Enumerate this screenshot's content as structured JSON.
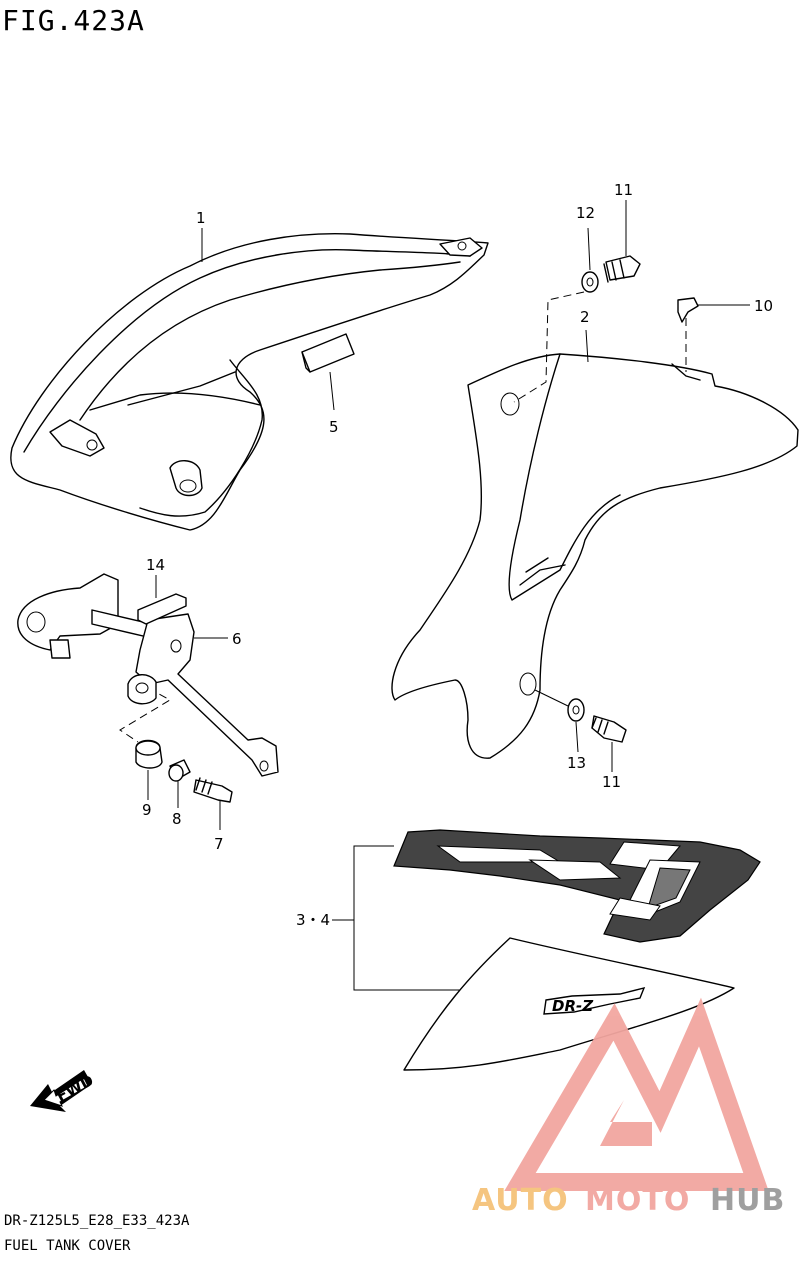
{
  "figure_title": "FIG.423A",
  "footer": {
    "model_code": "DR-Z125L5_E28_E33_423A",
    "section_name": "FUEL TANK COVER"
  },
  "callouts": {
    "c1": "1",
    "c2": "2",
    "c3_4": "3・4",
    "c5": "5",
    "c6": "6",
    "c7": "7",
    "c8": "8",
    "c9": "9",
    "c10": "10",
    "c11_top": "11",
    "c11_bottom": "11",
    "c12": "12",
    "c13": "13",
    "c14": "14"
  },
  "decal_text": "DR-Z",
  "fwd_arrow_text": "FWD",
  "watermark": {
    "part1": "AUTO",
    "part2": "MOTO",
    "part3": "HUB",
    "color_part1": "#f5c27a",
    "color_part2": "#f2a6a0",
    "color_part3": "#9a9a9a",
    "logo_color": "#f2a6a0"
  }
}
